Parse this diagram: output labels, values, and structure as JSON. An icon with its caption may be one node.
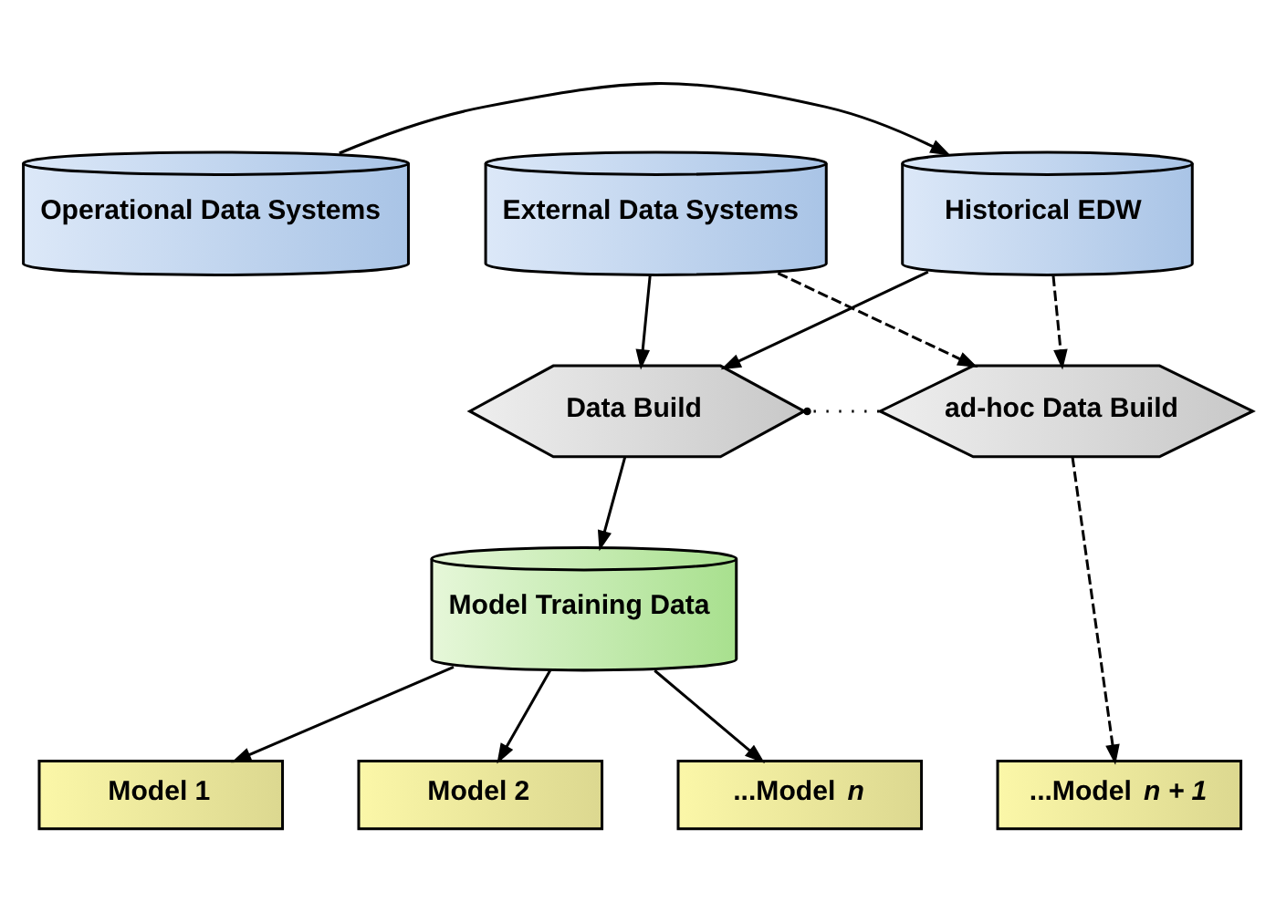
{
  "diagram": {
    "nodes": [
      {
        "text": [
          "Operational Data Systems"
        ]
      },
      {
        "text": [
          "Historical EDW"
        ]
      },
      {
        "text": [
          "External Data Systems"
        ]
      },
      {
        "text": [
          "Data Build"
        ]
      },
      {
        "text": [
          "ad-hoc Data Build"
        ]
      },
      {
        "text": [
          "Model Training Data"
        ]
      },
      {
        "text": [
          "Model 1"
        ]
      },
      {
        "text": [
          "Model 2"
        ]
      },
      {
        "text": [
          "...Model *n*"
        ]
      },
      {
        "text": [
          "...Model *n + 1*"
        ]
      }
    ],
    "edges": [
      {
        "from": 0,
        "to": 1,
        "arrow": "to"
      },
      {
        "from": 1,
        "to": 3,
        "arrow": "to"
      },
      {
        "from": 2,
        "to": 3,
        "arrow": "to"
      },
      {
        "from": 1,
        "to": 4,
        "arrow": "to",
        "style": "dashed"
      },
      {
        "from": 2,
        "to": 4,
        "arrow": "to",
        "style": "dashed"
      },
      {
        "from": 4,
        "to": 3,
        "arrow": "other",
        "style": "dashed"
      },
      {
        "from": 3,
        "to": 5,
        "arrow": "to"
      },
      {
        "from": 5,
        "to": 6,
        "arrow": "to"
      },
      {
        "from": 5,
        "to": 7,
        "arrow": "to"
      },
      {
        "from": 5,
        "to": 8,
        "arrow": "to"
      },
      {
        "from": 4,
        "to": 9,
        "arrow": "to",
        "style": "dashed"
      }
    ]
  }
}
